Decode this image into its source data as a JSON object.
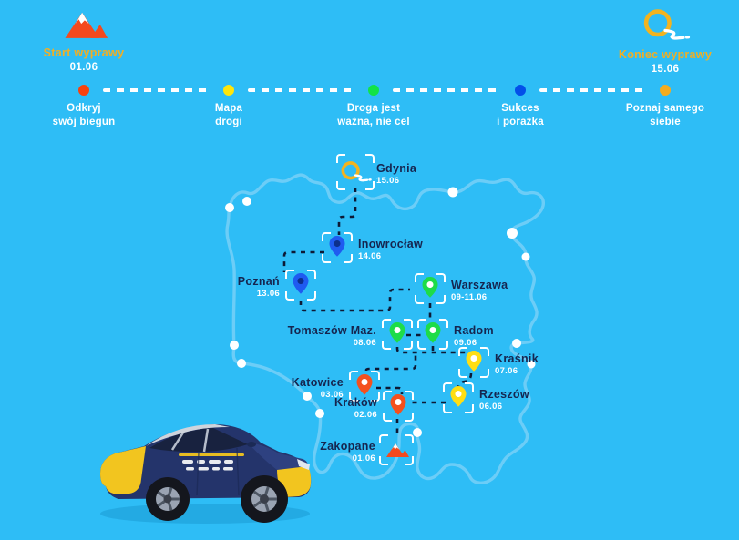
{
  "header": {
    "start": {
      "icon": "mountain-icon",
      "title": "Start wyprawy",
      "date": "01.06"
    },
    "finish": {
      "icon": "route-finish-icon",
      "title": "Koniec wyprawy",
      "date": "15.06"
    }
  },
  "timeline": {
    "milestones": [
      {
        "line1": "Odkryj",
        "line2": "swój biegun",
        "color": "#F8420E"
      },
      {
        "line1": "Mapa",
        "line2": "drogi",
        "color": "#FFE60A"
      },
      {
        "line1": "Droga jest",
        "line2": "ważna, nie cel",
        "color": "#12E348"
      },
      {
        "line1": "Sukces",
        "line2": "i porażka",
        "color": "#0350E9"
      },
      {
        "line1": "Poznaj samego",
        "line2": "siebie",
        "color": "#F3AC1E"
      }
    ]
  },
  "map": {
    "country": "Poland",
    "cities": [
      {
        "name": "Zakopane",
        "date": "01.06",
        "marker": "mountain-icon",
        "color": "#F4491D"
      },
      {
        "name": "Kraków",
        "date": "02.06",
        "marker": "pin",
        "color": "#F4501E"
      },
      {
        "name": "Katowice",
        "date": "03.06",
        "marker": "pin",
        "color": "#F4501E"
      },
      {
        "name": "Rzeszów",
        "date": "06.06",
        "marker": "pin",
        "color": "#FFDE14"
      },
      {
        "name": "Kraśnik",
        "date": "07.06",
        "marker": "pin",
        "color": "#FFDE14"
      },
      {
        "name": "Tomaszów Maz.",
        "date": "08.06",
        "marker": "pin",
        "color": "#1EDC48"
      },
      {
        "name": "Radom",
        "date": "09.06",
        "marker": "pin",
        "color": "#1EDC48"
      },
      {
        "name": "Warszawa",
        "date": "09-11.06",
        "marker": "pin",
        "color": "#1EDC48"
      },
      {
        "name": "Poznań",
        "date": "13.06",
        "marker": "pin",
        "color": "#1F5BF0"
      },
      {
        "name": "Inowrocław",
        "date": "14.06",
        "marker": "pin",
        "color": "#1F5BF0"
      },
      {
        "name": "Gdynia",
        "date": "15.06",
        "marker": "route-finish-icon",
        "color": "#F2B31F"
      }
    ]
  },
  "colors": {
    "background": "#2EBDF6",
    "map_outline": "#6CCDF7",
    "route_dash": "#0D1A36",
    "heading_accent": "#EFAF26",
    "city_text": "#16254F",
    "label_text": "#FFFFFF"
  }
}
